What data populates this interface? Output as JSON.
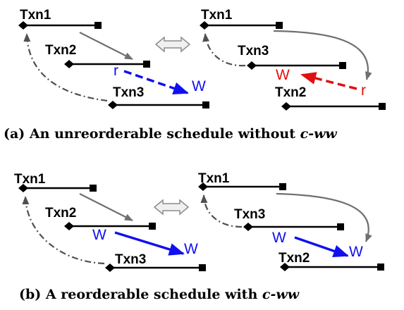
{
  "colors": {
    "txn_line": "#000000",
    "order_arrow": "#707070",
    "dep_arrow": "#505050",
    "ww_arrow": "#1010ee",
    "rw_arrow": "#e01010",
    "swap_arrow_fill": "#f0f0f0",
    "swap_arrow_stroke": "#8c8c8c"
  },
  "panel_a": {
    "caption": "(a) An unreorderable schedule without ",
    "caption_em": "c-ww",
    "left": {
      "txn1": "Txn1",
      "txn2": "Txn2",
      "txn3": "Txn3",
      "op_from": "r",
      "op_to": "W"
    },
    "right": {
      "txn1": "Txn1",
      "txn3": "Txn3",
      "txn2": "Txn2",
      "op_from": "r",
      "op_to": "W"
    }
  },
  "panel_b": {
    "caption": "(b) A reorderable schedule with ",
    "caption_em": "c-ww",
    "left": {
      "txn1": "Txn1",
      "txn2": "Txn2",
      "txn3": "Txn3",
      "op_from": "W",
      "op_to": "W"
    },
    "right": {
      "txn1": "Txn1",
      "txn3": "Txn3",
      "txn2": "Txn2",
      "op_from": "W",
      "op_to": "W"
    }
  }
}
